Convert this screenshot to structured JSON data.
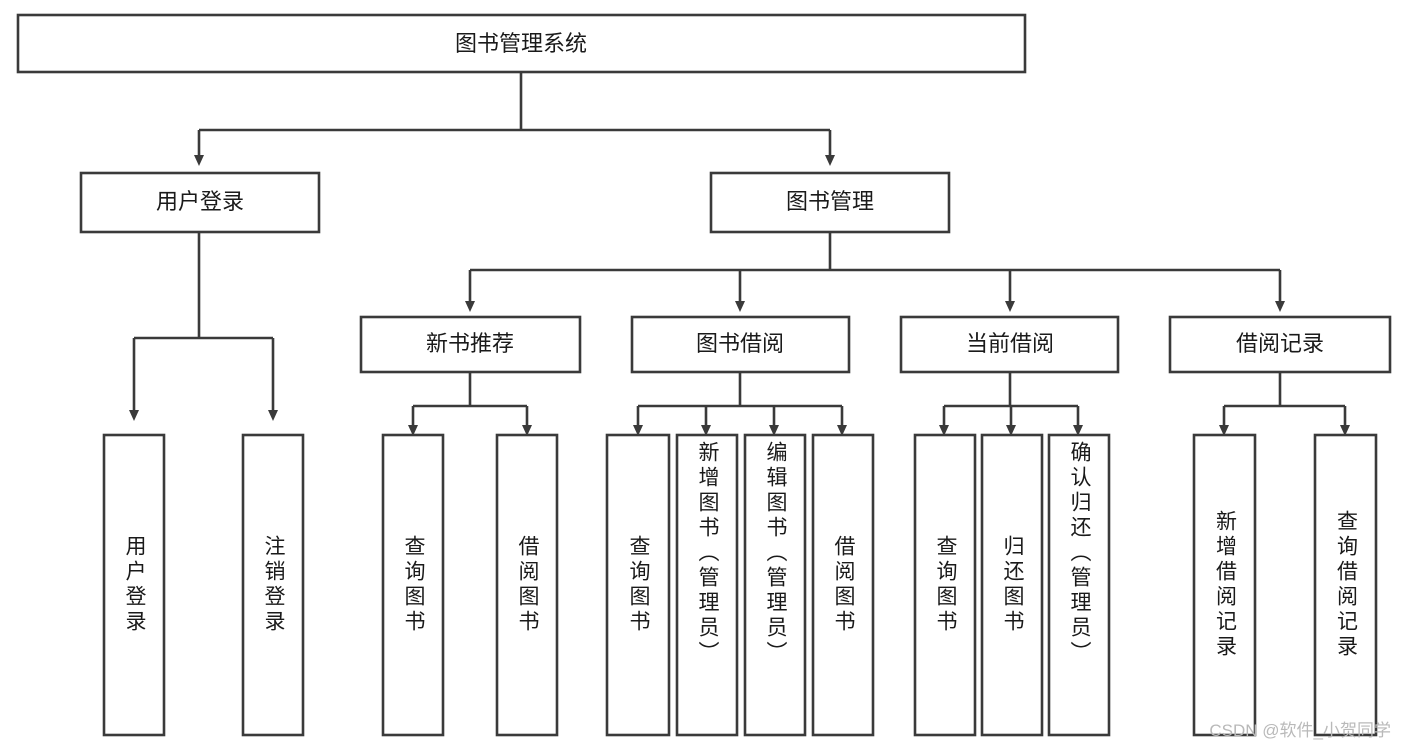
{
  "diagram": {
    "title": "图书管理系统",
    "type": "tree-hierarchy-chart",
    "root": {
      "label": "图书管理系统"
    },
    "level2": [
      {
        "label": "用户登录"
      },
      {
        "label": "图书管理"
      }
    ],
    "level3": [
      {
        "label": "新书推荐"
      },
      {
        "label": "图书借阅"
      },
      {
        "label": "当前借阅"
      },
      {
        "label": "借阅记录"
      }
    ],
    "leaves_user_login": [
      {
        "label": "用户登录"
      },
      {
        "label": "注销登录"
      }
    ],
    "leaves_new_book": [
      {
        "label": "查询图书"
      },
      {
        "label": "借阅图书"
      }
    ],
    "leaves_borrow": [
      {
        "label": "查询图书"
      },
      {
        "label": "新增图书（管理员）"
      },
      {
        "label": "编辑图书（管理员）"
      },
      {
        "label": "借阅图书"
      }
    ],
    "leaves_current": [
      {
        "label": "查询图书"
      },
      {
        "label": "归还图书"
      },
      {
        "label": "确认归还（管理员）"
      }
    ],
    "leaves_records": [
      {
        "label": "新增借阅记录"
      },
      {
        "label": "查询借阅记录"
      }
    ],
    "watermark": "CSDN @软件_小贺同学",
    "colors": {
      "box_border": "#3a3a3a",
      "box_fill": "#ffffff",
      "connector": "#3a3a3a",
      "text": "#1a1a1a",
      "watermark_text": "#b9b9b9",
      "background": "#ffffff"
    }
  }
}
